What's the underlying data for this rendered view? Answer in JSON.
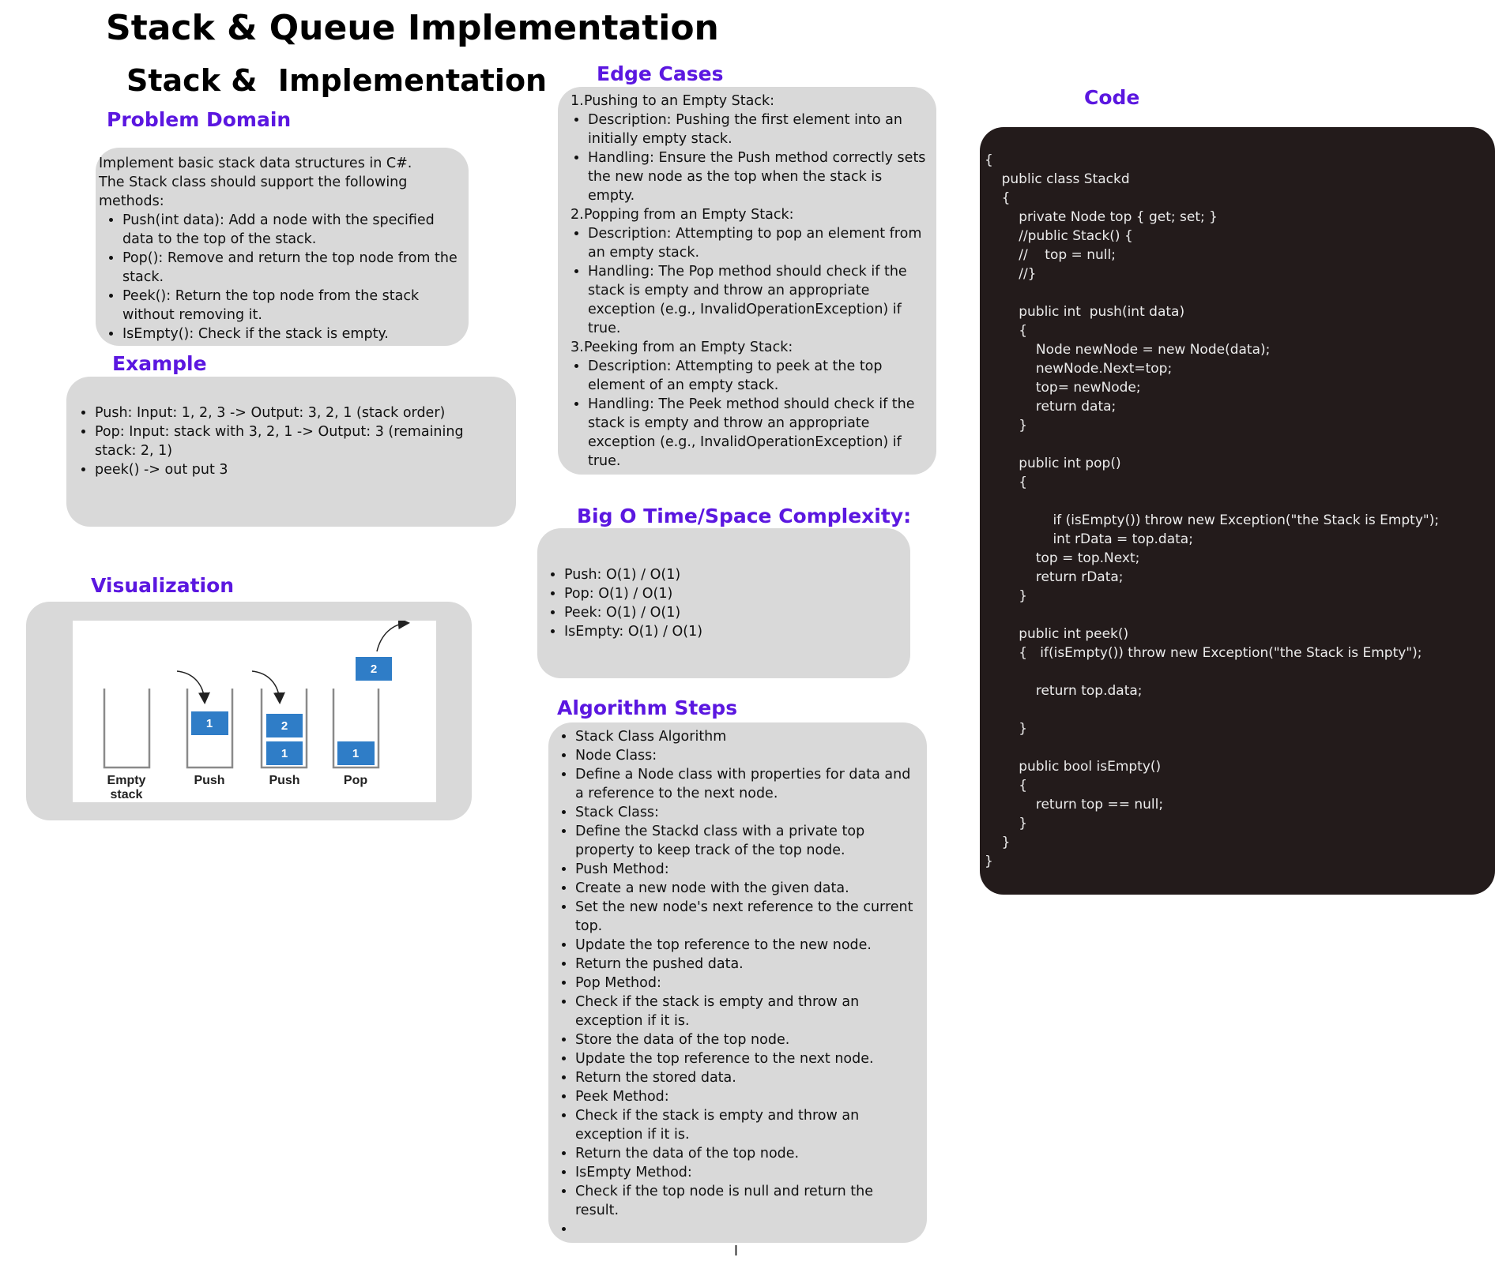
{
  "title": "Stack & Queue Implementation",
  "subtitle": "Stack &  Implementation",
  "problem_domain": {
    "heading": "Problem Domain",
    "intro1": "Implement basic stack  data structures in C#.",
    "intro2": "The Stack class should support the following methods:",
    "items": [
      "Push(int data): Add a node with the specified data to the top of the stack.",
      "Pop(): Remove and return the top node from the stack.",
      "Peek(): Return the top node from the stack without removing it.",
      "IsEmpty(): Check if the stack is empty."
    ]
  },
  "example": {
    "heading": "Example",
    "items": [
      "Push: Input: 1, 2, 3 -> Output: 3, 2, 1 (stack order)",
      "Pop: Input: stack with 3, 2, 1 -> Output: 3 (remaining stack: 2, 1)",
      "peek()  -> out put     3"
    ]
  },
  "visualization": {
    "heading": "Visualization",
    "stacks": [
      {
        "label1": "Empty",
        "label2": "stack"
      },
      {
        "label1": "Push",
        "block1": "1"
      },
      {
        "label1": "Push",
        "block1": "1",
        "block2": "2"
      },
      {
        "label1": "Pop",
        "block1": "1",
        "popped": "2"
      }
    ]
  },
  "edge_cases": {
    "heading": "Edge Cases",
    "groups": [
      {
        "number": "1.",
        "title": "Pushing to an Empty Stack:",
        "items": [
          "Description: Pushing the first element into an initially empty stack.",
          "Handling: Ensure the Push method correctly sets the new node as the top when the stack is empty."
        ]
      },
      {
        "number": "2.",
        "title": "Popping from an Empty Stack:",
        "items": [
          "Description: Attempting to pop an element from an empty stack.",
          "Handling: The Pop method should check if the stack is empty and throw an appropriate exception (e.g., InvalidOperationException) if true."
        ]
      },
      {
        "number": "3.",
        "title": "Peeking from an Empty Stack:",
        "items": [
          "Description: Attempting to peek at the top element of an empty stack.",
          "Handling: The Peek method should check if the stack is empty and throw an appropriate exception (e.g., InvalidOperationException) if true."
        ]
      }
    ]
  },
  "complexity": {
    "heading": "Big O Time/Space Complexity:",
    "items": [
      "Push: O(1) / O(1)",
      "Pop: O(1) / O(1)",
      "Peek: O(1) / O(1)",
      "IsEmpty: O(1) / O(1)"
    ]
  },
  "algorithm": {
    "heading": "Algorithm Steps",
    "items": [
      "Stack Class Algorithm",
      "Node Class:",
      "Define a Node class with properties for data and a reference to the next node.",
      "Stack Class:",
      "Define the Stackd class with a private top property to keep track of the top node.",
      "Push Method:",
      "Create a new node with the given data.",
      "Set the new node's next reference to the current top.",
      "Update the top reference to the new node.",
      "Return the pushed data.",
      "Pop Method:",
      "Check if the stack is empty and throw an exception if it is.",
      "Store the data of the top node.",
      "Update the top reference to the next node.",
      "Return the stored data.",
      "Peek Method:",
      "Check if the stack is empty and throw an exception if it is.",
      "Return the data of the top node.",
      "IsEmpty Method:",
      "Check if the top node is null and return the result.",
      ""
    ],
    "cursor": "I"
  },
  "code": {
    "heading": "Code",
    "text": "{\n    public class Stackd\n    {\n        private Node top { get; set; }\n        //public Stack() {\n        //    top = null;\n        //}\n\n        public int  push(int data)\n        {\n            Node newNode = new Node(data);\n            newNode.Next=top;\n            top= newNode;\n            return data;\n        }\n\n        public int pop()\n        {\n\n                if (isEmpty()) throw new Exception(\"the Stack is Empty\");\n                int rData = top.data;\n            top = top.Next;\n            return rData;\n        }\n\n        public int peek()\n        {   if(isEmpty()) throw new Exception(\"the Stack is Empty\");\n\n            return top.data;\n\n        }\n\n        public bool isEmpty()\n        {\n            return top == null;\n        }\n    }\n}"
  },
  "colors": {
    "heading": "#5b17e0",
    "panel": "#d9d9d9",
    "code_bg": "#231b1b",
    "block": "#2f7dc7"
  }
}
